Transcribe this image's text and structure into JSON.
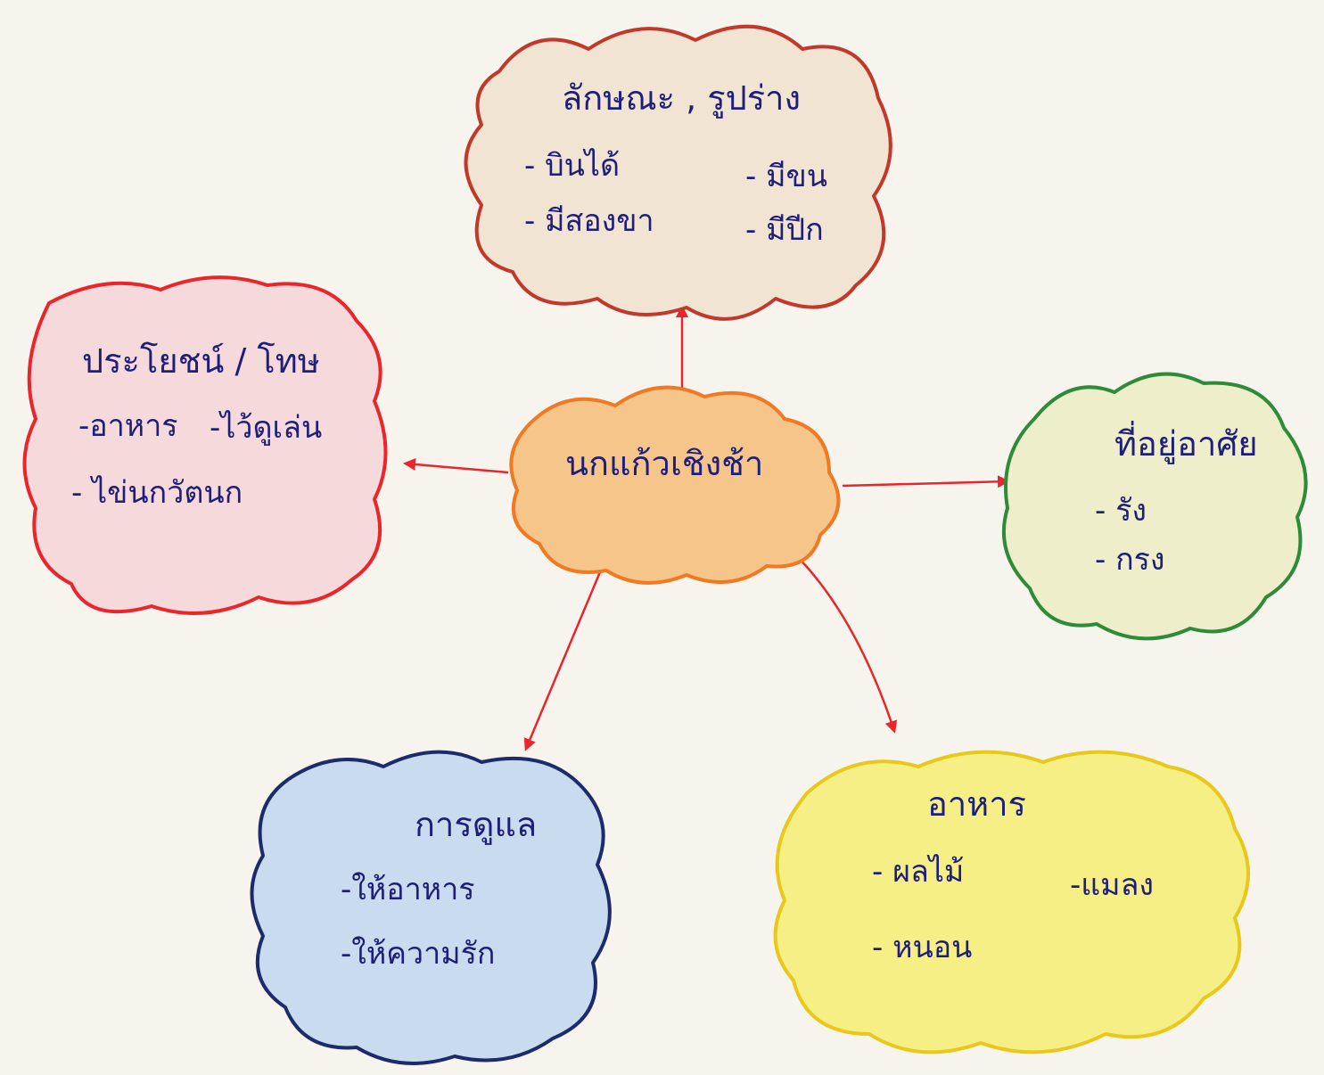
{
  "center": {
    "label": "นกแก้วเชิงช้า",
    "fill": "#f6c58a",
    "stroke": "#f07a24"
  },
  "nodes": [
    {
      "key": "characteristics",
      "title": "ลักษณะ , รูปร่าง",
      "items": [
        "- บินได้",
        "- มีสองขา",
        "- มีขน",
        "- มีปีก"
      ],
      "fill": "#f1e4d3",
      "stroke": "#c0392b"
    },
    {
      "key": "benefits",
      "title": "ประโยชน์ / โทษ",
      "items": [
        "-อาหาร",
        "-ไว้ดูเล่น",
        "- ไข่นกวัตนก"
      ],
      "fill": "#f6d9db",
      "stroke": "#e8262b"
    },
    {
      "key": "habitat",
      "title": "ที่อยู่อาศัย",
      "items": [
        "- รัง",
        "- กรง"
      ],
      "fill": "#eeeecb",
      "stroke": "#2e8b3a"
    },
    {
      "key": "care",
      "title": "การดูแล",
      "items": [
        "-ให้อาหาร",
        "-ให้ความรัก"
      ],
      "fill": "#c9dcef",
      "stroke": "#1b2b6b"
    },
    {
      "key": "food",
      "title": "อาหาร",
      "items": [
        "- ผลไม้",
        "-แมลง",
        "- หนอน"
      ],
      "fill": "#f6ef86",
      "stroke": "#e8c81a"
    }
  ],
  "arrow_color": "#e8262b",
  "ink_color": "#1f1f7a"
}
